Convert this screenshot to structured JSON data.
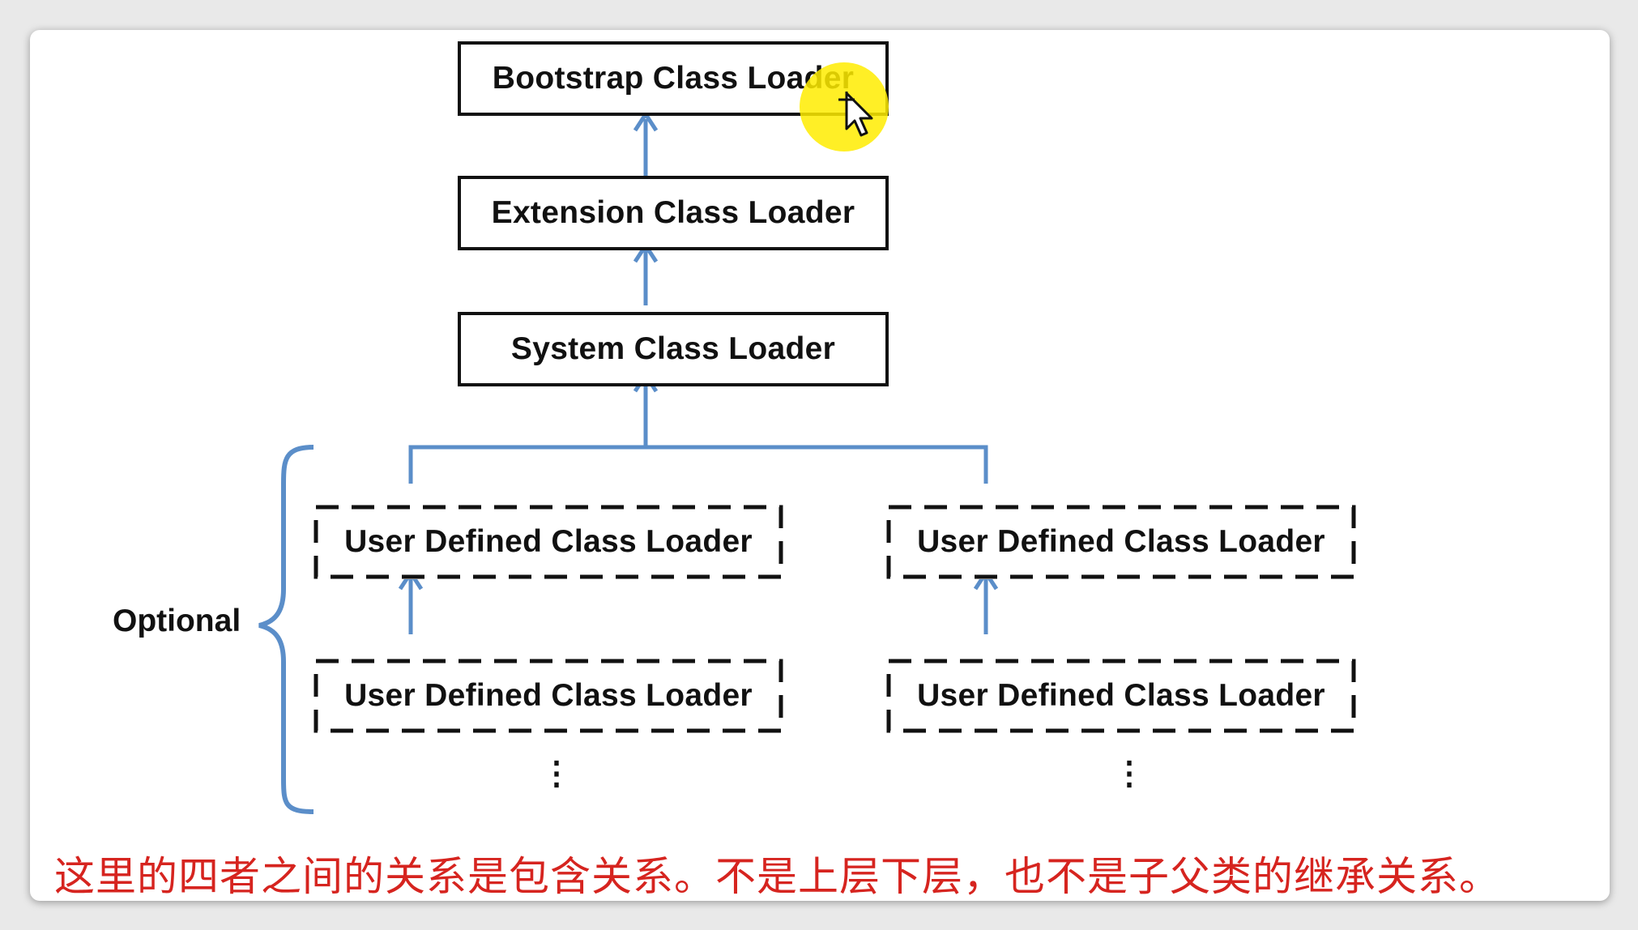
{
  "diagram": {
    "nodes": {
      "bootstrap": "Bootstrap Class Loader",
      "extension": "Extension Class Loader",
      "system": "System Class Loader",
      "user_left_top": "User Defined Class Loader",
      "user_left_bottom": "User Defined Class Loader",
      "user_right_top": "User Defined Class Loader",
      "user_right_bottom": "User Defined Class Loader"
    },
    "optional_label": "Optional",
    "continuation": "⋮",
    "edges": [
      {
        "from": "extension",
        "to": "bootstrap"
      },
      {
        "from": "system",
        "to": "extension"
      },
      {
        "from": "user_left_top",
        "to": "system"
      },
      {
        "from": "user_right_top",
        "to": "system"
      },
      {
        "from": "user_left_bottom",
        "to": "user_left_top"
      },
      {
        "from": "user_right_bottom",
        "to": "user_right_top"
      }
    ],
    "colors": {
      "arrow": "#5b8ec9",
      "brace": "#5b8ec9",
      "caption": "#d6241f",
      "cursor_highlight": "#ffec00"
    }
  },
  "caption": "这里的四者之间的关系是包含关系。不是上层下层，也不是子父类的继承关系。"
}
